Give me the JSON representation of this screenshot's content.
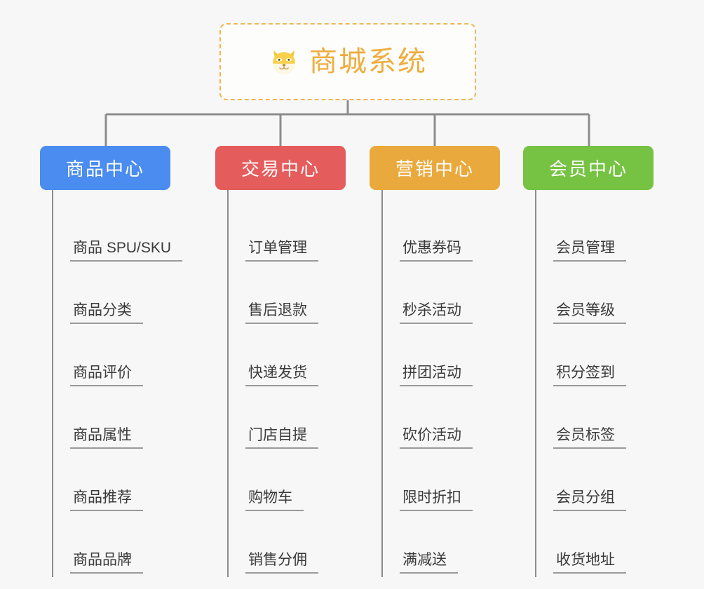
{
  "root": {
    "title": "商城系统",
    "icon": "shiba-dog-face-emoji",
    "border_color": "#f0b553",
    "text_color": "#eead3e",
    "background": "#fdfdfc"
  },
  "canvas": {
    "background": "#f7f7f7",
    "connector_color": "#8c8c8c"
  },
  "columns": [
    {
      "header": "商品中心",
      "color": "#4a8cf0",
      "leaves": [
        "商品 SPU/SKU",
        "商品分类",
        "商品评价",
        "商品属性",
        "商品推荐",
        "商品品牌"
      ]
    },
    {
      "header": "交易中心",
      "color": "#e55c5c",
      "leaves": [
        "订单管理",
        "售后退款",
        "快递发货",
        "门店自提",
        "购物车",
        "销售分佣"
      ]
    },
    {
      "header": "营销中心",
      "color": "#eaa93c",
      "leaves": [
        "优惠券码",
        "秒杀活动",
        "拼团活动",
        "砍价活动",
        "限时折扣",
        "满减送"
      ]
    },
    {
      "header": "会员中心",
      "color": "#76c242",
      "leaves": [
        "会员管理",
        "会员等级",
        "积分签到",
        "会员标签",
        "会员分组",
        "收货地址"
      ]
    }
  ]
}
